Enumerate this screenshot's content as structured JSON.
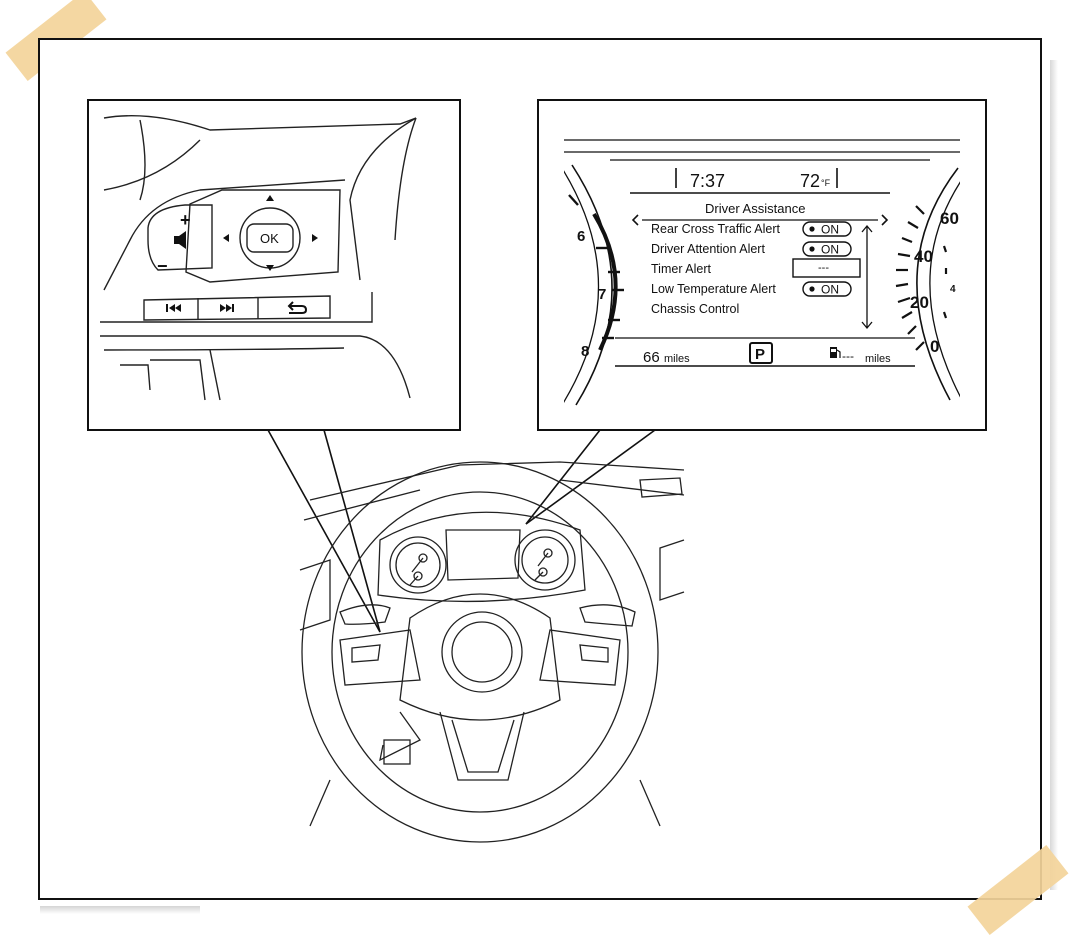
{
  "controls": {
    "volume_up": "+",
    "volume_down": "−",
    "ok": "OK"
  },
  "display": {
    "time": "7:37",
    "temperature": "72",
    "temperature_unit": "°F",
    "menu_title": "Driver Assistance",
    "items": [
      {
        "label": "Rear Cross Traffic Alert",
        "status": "ON"
      },
      {
        "label": "Driver Attention Alert",
        "status": "ON"
      },
      {
        "label": "Timer Alert",
        "status": "---"
      },
      {
        "label": "Low Temperature Alert",
        "status": "ON"
      },
      {
        "label": "Chassis Control",
        "status": ""
      }
    ],
    "odometer_value": "66",
    "odometer_unit": "miles",
    "gear": "P",
    "range_value": "---",
    "range_unit": "miles"
  },
  "tachometer": {
    "ticks": [
      "6",
      "7",
      "8"
    ]
  },
  "speedometer": {
    "ticks": [
      "60",
      "40",
      "20",
      "0"
    ],
    "partial_tick": "4"
  }
}
